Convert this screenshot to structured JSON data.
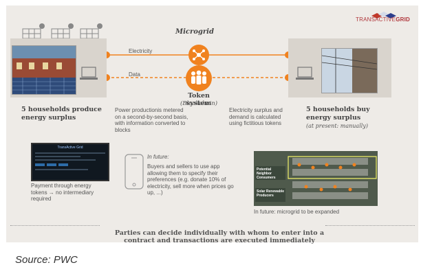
{
  "brand": {
    "prefix": "TRANSACTIVE",
    "suffix": "GRID"
  },
  "microgrid_label": "Microgrid",
  "electricity_label": "Electricity",
  "data_label": "Data",
  "token_system": {
    "title": "Token system",
    "subtitle": "(Blockchain)"
  },
  "left_caption": "5 households produce energy surplus",
  "right_caption": {
    "main": "5 households buy energy surplus",
    "sub": "(at present: manually)"
  },
  "power_text": "Power productionis metered on a second-by-second basis, with information converted to blocks",
  "surplus_text": "Electricity surplus and demand is calculated using fictitious tokens",
  "dashboard_title": "TransActive Grid",
  "payment_text": "Payment through energy tokens → no intermediary required",
  "future_app": {
    "title": "In future:",
    "body": "Buyers and sellers to use app allowing them to specify their preferences (e.g. donate 10% of electricity, sell more when prices go up, ...)"
  },
  "map_labels": {
    "consumers": "Potential Neighbor Consumers",
    "producers": "Solar Renewable Producers"
  },
  "map_caption": "In future: microgrid to be expanded",
  "bottom_text": "Parties can decide individually with whom to enter into a contract and transactions are executed immediately",
  "source": "Source: PWC",
  "colors": {
    "accent": "#f0821f",
    "panel": "#eeebe7",
    "brand": "#b0353a"
  }
}
